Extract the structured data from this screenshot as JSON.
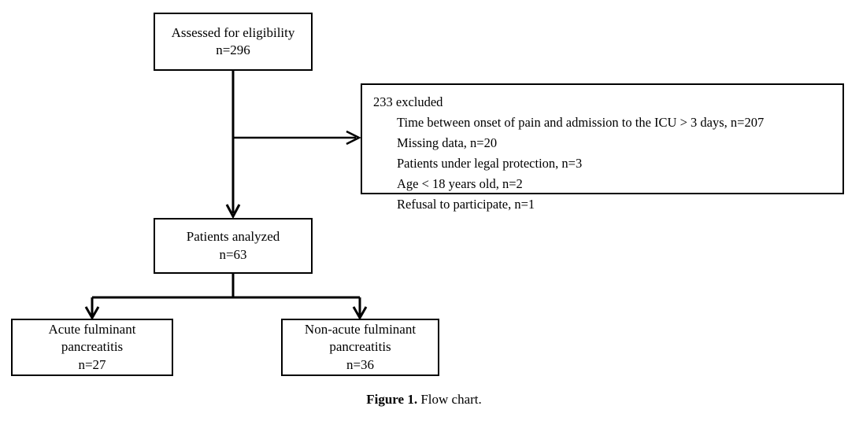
{
  "figure": {
    "caption_label": "Figure 1.",
    "caption_text": "Flow chart."
  },
  "flow": {
    "assessed": {
      "title": "Assessed for eligibility",
      "count": "n=296"
    },
    "excluded": {
      "heading": "233 excluded",
      "reasons": [
        "Time between onset of pain and admission to the ICU > 3 days, n=207",
        "Missing data, n=20",
        "Patients under legal protection, n=3",
        "Age < 18 years old, n=2",
        "Refusal to participate, n=1"
      ]
    },
    "analyzed": {
      "title": "Patients analyzed",
      "count": "n=63"
    },
    "acute_fulminant": {
      "line1": "Acute fulminant",
      "line2": "pancreatitis",
      "count": "n=27"
    },
    "non_acute_fulminant": {
      "line1": "Non-acute fulminant",
      "line2": "pancreatitis",
      "count": "n=36"
    }
  },
  "colors": {
    "stroke": "#000000",
    "background": "#ffffff",
    "text": "#000000"
  }
}
